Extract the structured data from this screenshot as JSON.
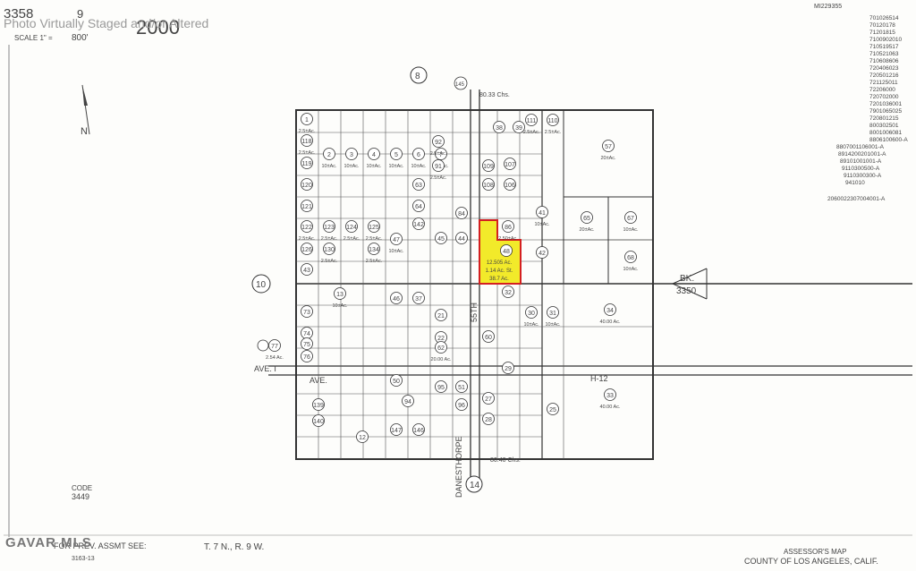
{
  "header": {
    "book": "3358",
    "page": "9",
    "scale_label": "SCALE 1\" =",
    "scale_value": "800'",
    "overlay": "Photo Virtually Staged and/or Altered",
    "year_stamp": "2000"
  },
  "north_label": "N",
  "adjacent": {
    "top": "8",
    "left": "10",
    "bottom": "14",
    "top_road": "145"
  },
  "bk": {
    "label": "BK.",
    "number": "3350"
  },
  "roads": {
    "ave_i": "AVE. I",
    "ave": "AVE.",
    "h12": "H-12",
    "street_55": "55TH",
    "danesthorpe": "DANESTHORPE",
    "chains_top": "80.33 Chs.",
    "chains_bottom": "80.40 Chs."
  },
  "highlight": {
    "parcel": "48",
    "lines": [
      "12.505 Ac.",
      "1.14 Ac. St.",
      "38.7 Ac."
    ],
    "fill": "#f2ea2a",
    "stroke": "#d42020"
  },
  "parcels": [
    {
      "n": "1",
      "a": "2.5±Ac."
    },
    {
      "n": "118",
      "a": "2.5±Ac."
    },
    {
      "n": "2",
      "a": "10±Ac."
    },
    {
      "n": "3",
      "a": "10±Ac."
    },
    {
      "n": "4",
      "a": "10±Ac."
    },
    {
      "n": "5",
      "a": "10±Ac."
    },
    {
      "n": "6",
      "a": "10±Ac."
    },
    {
      "n": "7",
      "a": "10±Ac."
    },
    {
      "n": "91",
      "a": "2.5±Ac."
    },
    {
      "n": "92",
      "a": "2.5±Ac."
    },
    {
      "n": "38",
      "a": ""
    },
    {
      "n": "39",
      "a": ""
    },
    {
      "n": "111",
      "a": "2.5±Ac."
    },
    {
      "n": "110",
      "a": "2.5±Ac."
    },
    {
      "n": "57",
      "a": "20±Ac."
    },
    {
      "n": "109",
      "a": ""
    },
    {
      "n": "108",
      "a": ""
    },
    {
      "n": "107",
      "a": ""
    },
    {
      "n": "106",
      "a": ""
    },
    {
      "n": "119",
      "a": ""
    },
    {
      "n": "120",
      "a": ""
    },
    {
      "n": "121",
      "a": ""
    },
    {
      "n": "122",
      "a": "2.5±Ac."
    },
    {
      "n": "123",
      "a": "2.5±Ac."
    },
    {
      "n": "124",
      "a": "2.5±Ac."
    },
    {
      "n": "125",
      "a": "2.5±Ac."
    },
    {
      "n": "126",
      "a": ""
    },
    {
      "n": "130",
      "a": "2.5±Ac."
    },
    {
      "n": "134",
      "a": "2.5±Ac."
    },
    {
      "n": "63",
      "a": ""
    },
    {
      "n": "64",
      "a": ""
    },
    {
      "n": "84",
      "a": ""
    },
    {
      "n": "86",
      "a": "2.50±Ac."
    },
    {
      "n": "41",
      "a": "10±Ac."
    },
    {
      "n": "65",
      "a": "20±Ac."
    },
    {
      "n": "67",
      "a": "10±Ac."
    },
    {
      "n": "47",
      "a": "10±Ac."
    },
    {
      "n": "45",
      "a": ""
    },
    {
      "n": "44",
      "a": ""
    },
    {
      "n": "142",
      "a": ""
    },
    {
      "n": "42",
      "a": ""
    },
    {
      "n": "68",
      "a": "10±Ac."
    },
    {
      "n": "43",
      "a": ""
    },
    {
      "n": "13",
      "a": "10±Ac."
    },
    {
      "n": "46",
      "a": ""
    },
    {
      "n": "37",
      "a": ""
    },
    {
      "n": "21",
      "a": ""
    },
    {
      "n": "32",
      "a": ""
    },
    {
      "n": "34",
      "a": "40.00 Ac."
    },
    {
      "n": "22",
      "a": ""
    },
    {
      "n": "30",
      "a": "10±Ac."
    },
    {
      "n": "31",
      "a": "10±Ac."
    },
    {
      "n": "60",
      "a": ""
    },
    {
      "n": "62",
      "a": "20.00 Ac."
    },
    {
      "n": "29",
      "a": ""
    },
    {
      "n": "139",
      "a": ""
    },
    {
      "n": "140",
      "a": ""
    },
    {
      "n": "50",
      "a": ""
    },
    {
      "n": "94",
      "a": ""
    },
    {
      "n": "51",
      "a": ""
    },
    {
      "n": "33",
      "a": "40.00 Ac."
    },
    {
      "n": "28",
      "a": ""
    },
    {
      "n": "96",
      "a": ""
    },
    {
      "n": "147",
      "a": ""
    },
    {
      "n": "146",
      "a": ""
    },
    {
      "n": "12",
      "a": ""
    },
    {
      "n": "95",
      "a": ""
    },
    {
      "n": "27",
      "a": ""
    },
    {
      "n": "25",
      "a": ""
    },
    {
      "n": "73",
      "a": ""
    },
    {
      "n": "74",
      "a": ""
    },
    {
      "n": "75",
      "a": ""
    },
    {
      "n": "76",
      "a": ""
    },
    {
      "n": "77",
      "a": "2.54 Ac."
    }
  ],
  "refs": [
    "701026514",
    "70120178",
    "71201815",
    "7100902010",
    "710519517",
    "710521063",
    "710608606",
    "720406023",
    "720501216",
    "721125011",
    "72206000",
    "720702000",
    "7201036001",
    "7901065025",
    "720801215",
    "800302501",
    "8001006081",
    "8806100600-A",
    "8807001106001-A",
    "8914200201001-A",
    "89101001001-A",
    "9110300500-A",
    "9110300300-A",
    "941010",
    "2060022307004001-A"
  ],
  "ref_top": "MI229355",
  "footer": {
    "code_label": "CODE",
    "code": "3449",
    "logo": "GAVAR MLS",
    "prev": "FOR PREV. ASSMT SEE:",
    "prev_ref": "3163-13",
    "township": "T. 7 N., R. 9 W.",
    "assessor": "ASSESSOR'S MAP",
    "county": "COUNTY OF LOS ANGELES, CALIF."
  }
}
